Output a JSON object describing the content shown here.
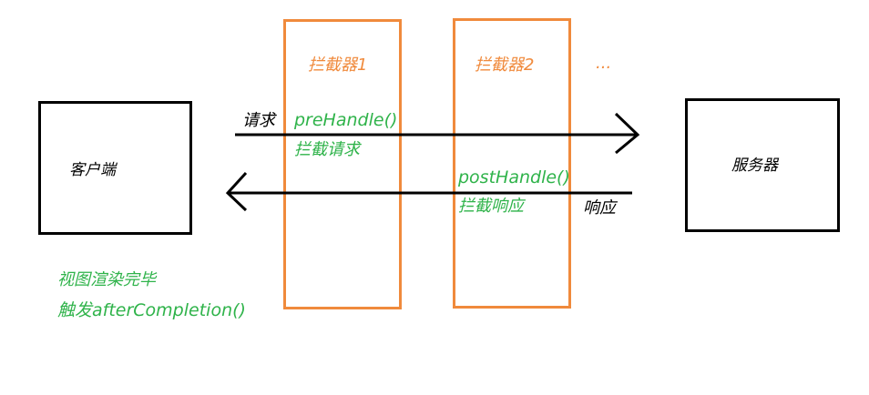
{
  "nodes": {
    "client": {
      "label": "客户端"
    },
    "server": {
      "label": "服务器"
    },
    "interceptor1": {
      "label": "拦截器1"
    },
    "interceptor2": {
      "label": "拦截器2"
    },
    "ellipsis": {
      "label": "..."
    }
  },
  "arrows": {
    "request": {
      "label": "请求"
    },
    "response": {
      "label": "响应"
    }
  },
  "annotations": {
    "pre_handle": "preHandle()",
    "intercept_request": "拦截请求",
    "post_handle": "postHandle()",
    "intercept_response": "拦截响应",
    "view_rendered": "视图渲染完毕",
    "after_completion": "触发afterCompletion()"
  },
  "colors": {
    "interceptor": "#f08a3c",
    "annotation": "#2fb34a",
    "default": "#000000"
  }
}
